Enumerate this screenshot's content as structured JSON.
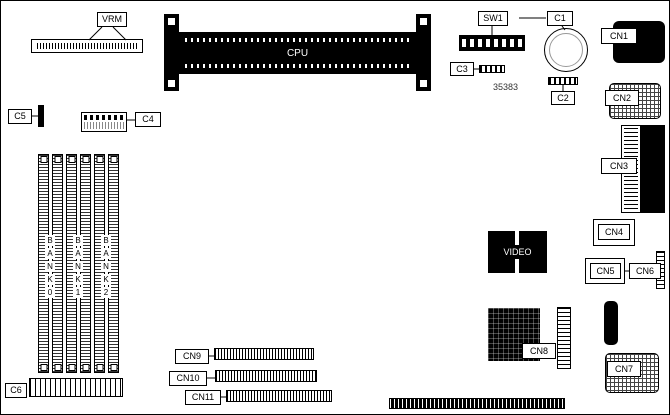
{
  "board": {
    "part_number": "35383",
    "labels": {
      "vrm": "VRM",
      "cpu": "CPU",
      "sw1": "SW1",
      "c1": "C1",
      "c2": "C2",
      "c3": "C3",
      "c4": "C4",
      "c5": "C5",
      "c6": "C6",
      "cn1": "CN1",
      "cn2": "CN2",
      "cn3": "CN3",
      "cn4": "CN4",
      "cn5": "CN5",
      "cn6": "CN6",
      "cn7": "CN7",
      "cn8": "CN8",
      "cn9": "CN9",
      "cn10": "CN10",
      "cn11": "CN11",
      "video": "VIDEO"
    },
    "memory_banks": [
      {
        "label": "BANK0"
      },
      {
        "label": "BANK1"
      },
      {
        "label": "BANK2"
      }
    ]
  }
}
